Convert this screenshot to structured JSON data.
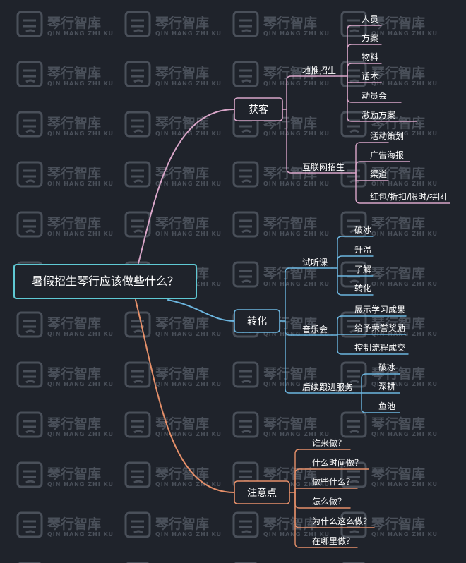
{
  "watermark": {
    "name": "琴行智库",
    "sub": "QIN HANG ZHI KU"
  },
  "colors": {
    "pink": "#d9a6c9",
    "blue": "#6cb6e0",
    "orange": "#e6906a",
    "teal": "#5fc9d4"
  },
  "root": {
    "label": "暑假招生琴行应该做些什么？"
  },
  "branches": {
    "acquire": {
      "label": "获客",
      "groups": {
        "offline": {
          "label": "地推招生",
          "items": [
            "人员",
            "方案",
            "物料",
            "话术",
            "动员会",
            "激励方案"
          ]
        },
        "online": {
          "label": "互联网招生",
          "items": [
            "活动策划",
            "广告海报",
            "渠道",
            "红包/折扣/限时/拼团"
          ]
        }
      }
    },
    "convert": {
      "label": "转化",
      "groups": {
        "trial": {
          "label": "试听课",
          "items": [
            "破冰",
            "升温",
            "了解",
            "转化"
          ]
        },
        "concert": {
          "label": "音乐会",
          "items": [
            "展示学习成果",
            "给予荣誉奖励",
            "控制流程成交"
          ]
        },
        "followup": {
          "label": "后续跟进服务",
          "items": [
            "破冰",
            "深耕",
            "鱼池"
          ]
        }
      }
    },
    "notes": {
      "label": "注意点",
      "items": [
        "谁来做？",
        "什么时间做？",
        "做些什么？",
        "怎么做？",
        "为什么这么做？",
        "在哪里做？"
      ]
    }
  }
}
